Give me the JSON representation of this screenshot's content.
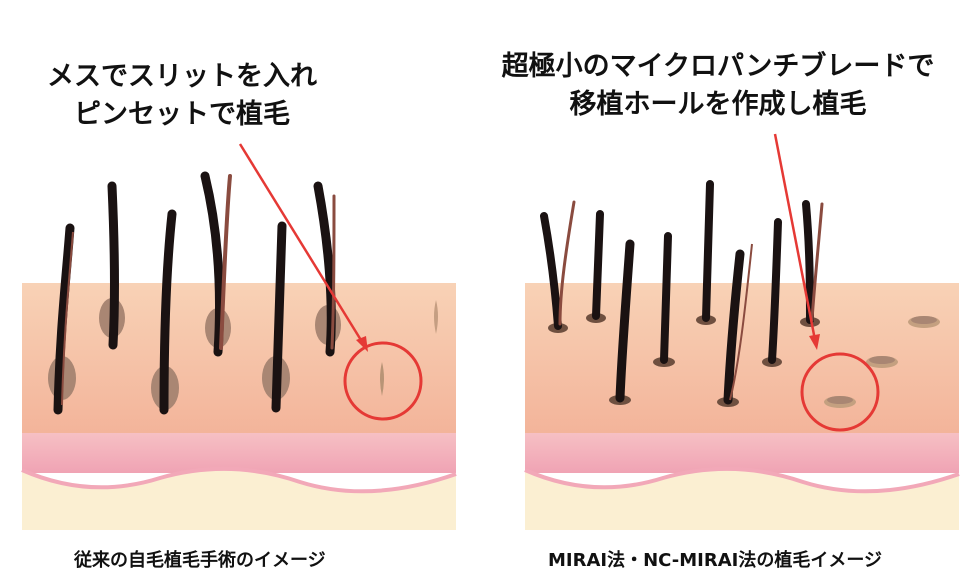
{
  "left_panel": {
    "callout_line1": "メスでスリットを入れ",
    "callout_line2": "ピンセットで植毛",
    "caption": "従来の自毛植毛手術のイメージ"
  },
  "right_panel": {
    "callout_line1": "超極小のマイクロパンチブレードで",
    "callout_line2": "移植ホールを作成し植毛",
    "caption": "MIRAI法・NC-MIRAI法の植毛イメージ"
  },
  "colors": {
    "skin_top": "#f6c9aa",
    "skin_mid": "#f4b59b",
    "dermis_pink": "#f2a8b8",
    "fat_yellow": "#fbefd2",
    "hair": "#1a1212",
    "hair_highlight": "#8a4b3f",
    "bulb": "#a98673",
    "annotation_red": "#e53935",
    "hole": "#b89476"
  }
}
